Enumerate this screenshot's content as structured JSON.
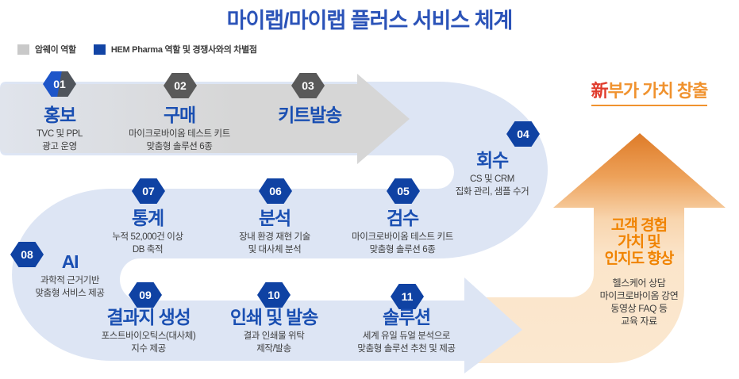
{
  "title": "마이랩/마이랩 플러스 서비스 체계",
  "legend": {
    "amway_label": "암웨이 역할",
    "hem_label": "HEM Pharma 역할 및 경쟁사와의 차별점"
  },
  "steps": [
    {
      "num": "01",
      "title": "홍보",
      "sub": "TVC 및 PPL\n광고 운영"
    },
    {
      "num": "02",
      "title": "구매",
      "sub": "마이크로바이옴 테스트 키트\n맞춤형 솔루션 6종"
    },
    {
      "num": "03",
      "title": "키트발송",
      "sub": ""
    },
    {
      "num": "04",
      "title": "회수",
      "sub": "CS 및 CRM\n집화 관리, 샘플 수거"
    },
    {
      "num": "05",
      "title": "검수",
      "sub": "마이크로바이옴 테스트 키트\n맞춤형 솔루션 6종"
    },
    {
      "num": "06",
      "title": "분석",
      "sub": "장내 환경 재현 기술\n및 대사체 분석"
    },
    {
      "num": "07",
      "title": "통계",
      "sub": "누적 52,000건 이상\nDB 축적"
    },
    {
      "num": "08",
      "title": "AI",
      "sub": "과학적 근거기반\n맞춤형 서비스 제공"
    },
    {
      "num": "09",
      "title": "결과지 생성",
      "sub": "포스트바이오틱스(대사체)\n지수 제공"
    },
    {
      "num": "10",
      "title": "인쇄 및 발송",
      "sub": "결과 인쇄물 위탁\n제작/발송"
    },
    {
      "num": "11",
      "title": "솔루션",
      "sub": "세계 유일 듀얼 분석으로\n맞춤형 솔루션 추천 및 제공"
    }
  ],
  "outcome": {
    "header_prefix": "新",
    "header_rest": "부가 가치 창출",
    "highlight": "고객 경험\n가치 및\n인지도 향상",
    "detail": "헬스케어 상담\n마이크로바이옴 강연\n동영상 FAQ 등\n교육 자료"
  },
  "colors": {
    "title_blue": "#2b53b8",
    "step_title_blue": "#1a4fb2",
    "badge_blue": "#0f42a3",
    "badge_dark_gray": "#595959",
    "band_blue": "#dde5f4",
    "band_gray": "#d8d9db",
    "orange_accent": "#f08300",
    "orange_underline": "#f0922e",
    "red_prefix": "#e03c2d",
    "orange_band_light": "#fbe7ce"
  }
}
